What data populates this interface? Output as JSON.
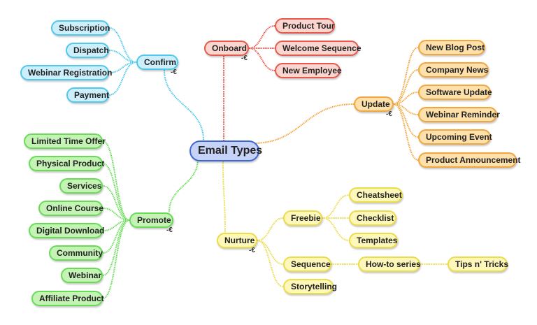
{
  "title": "Email Types",
  "colors": {
    "confirm": "#4fc8ec",
    "onboard": "#e55a4e",
    "update": "#f1a63f",
    "promote": "#67dd56",
    "nurture": "#ebdc4a",
    "root": "#3b68d6"
  },
  "collapse_glyph": "-€",
  "branches": {
    "confirm": {
      "label": "Confirm",
      "children": [
        "Subscription",
        "Dispatch",
        "Webinar Registration",
        "Payment"
      ]
    },
    "onboard": {
      "label": "Onboard",
      "children": [
        "Product Tour",
        "Welcome Sequence",
        "New Employee"
      ]
    },
    "update": {
      "label": "Update",
      "children": [
        "New Blog Post",
        "Company News",
        "Software Update",
        "Webinar Reminder",
        "Upcoming Event",
        "Product Announcement"
      ]
    },
    "promote": {
      "label": "Promote",
      "children": [
        "Limited Time Offer",
        "Physical Product",
        "Services",
        "Online Course",
        "Digital Download",
        "Community",
        "Webinar",
        "Affiliate Product"
      ]
    },
    "nurture": {
      "label": "Nurture",
      "freebie": {
        "label": "Freebie",
        "children": [
          "Cheatsheet",
          "Checklist",
          "Templates"
        ]
      },
      "sequence": {
        "label": "Sequence",
        "how_to": "How-to series",
        "tips": "Tips n' Tricks"
      },
      "storytelling": "Storytelling"
    }
  }
}
